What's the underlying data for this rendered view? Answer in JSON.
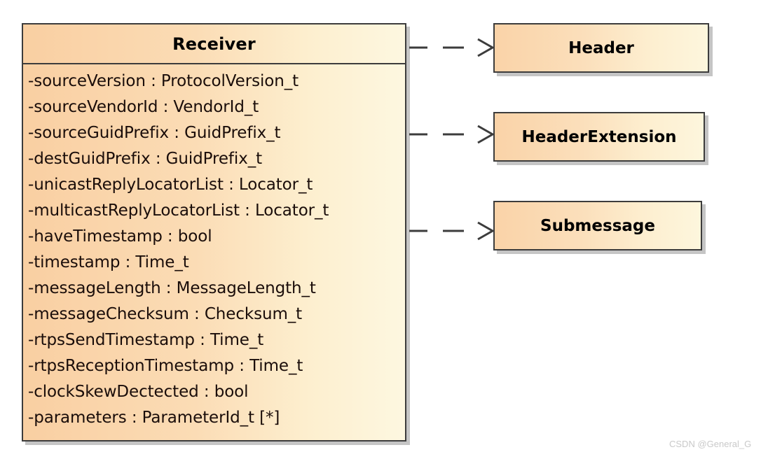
{
  "diagram": {
    "type": "uml-class-diagram",
    "main_class": {
      "name": "Receiver",
      "attributes": [
        "-sourceVersion : ProtocolVersion_t",
        "-sourceVendorId : VendorId_t",
        "-sourceGuidPrefix : GuidPrefix_t",
        "-destGuidPrefix : GuidPrefix_t",
        "-unicastReplyLocatorList : Locator_t",
        "-multicastReplyLocatorList : Locator_t",
        "-haveTimestamp : bool",
        "-timestamp : Time_t",
        "-messageLength : MessageLength_t",
        "-messageChecksum : Checksum_t",
        "-rtpsSendTimestamp : Time_t",
        "-rtpsReceptionTimestamp : Time_t",
        "-clockSkewDectected : bool",
        "-parameters : ParameterId_t [*]"
      ]
    },
    "related_classes": [
      {
        "name": "Header"
      },
      {
        "name": "HeaderExtension"
      },
      {
        "name": "Submessage"
      }
    ],
    "relationships": [
      {
        "from": "Receiver",
        "to": "Header",
        "style": "dashed",
        "arrow": "open",
        "kind": "dependency"
      },
      {
        "from": "Receiver",
        "to": "HeaderExtension",
        "style": "dashed",
        "arrow": "open",
        "kind": "dependency"
      },
      {
        "from": "Receiver",
        "to": "Submessage",
        "style": "dashed",
        "arrow": "open",
        "kind": "dependency"
      }
    ],
    "colors": {
      "fill_start": "#f9cfa2",
      "fill_end": "#fdf7e0",
      "border": "#3c3c3c",
      "shadow": "#969696",
      "text": "#000000",
      "connector": "#3c3c3c",
      "watermark": "#c9c9c9"
    }
  },
  "watermark": {
    "text": "CSDN @General_G"
  }
}
